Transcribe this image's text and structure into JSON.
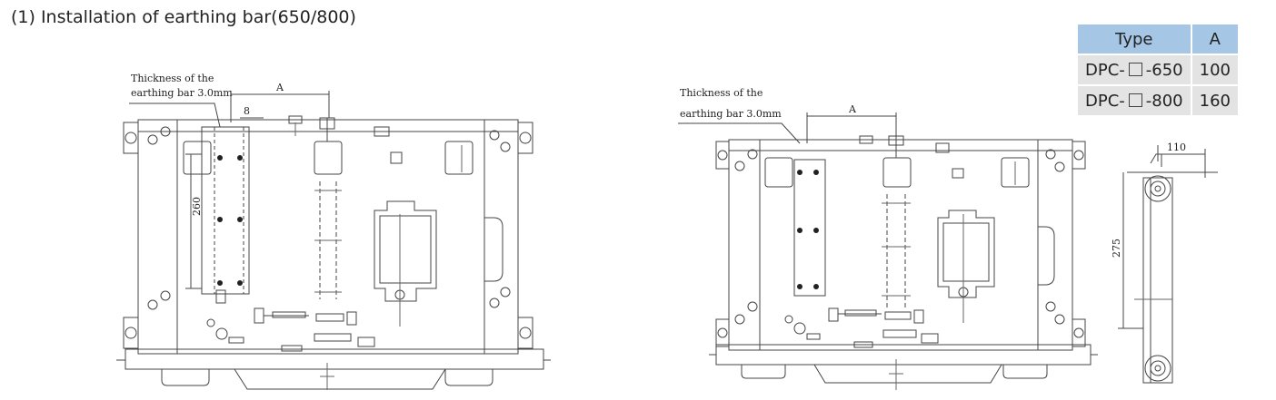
{
  "heading": "(1) Installation of earthing bar(650/800)",
  "table": {
    "headers": [
      "Type",
      "A"
    ],
    "rows": [
      {
        "type_prefix": "DPC-",
        "type_suffix": "-650",
        "a": "100"
      },
      {
        "type_prefix": "DPC-",
        "type_suffix": "-800",
        "a": "160"
      }
    ]
  },
  "left_drawing": {
    "note_line1": "Thickness of the",
    "note_line2": "earthing bar 3.0mm",
    "dim_a": "A",
    "dim_8": "8",
    "dim_260": "260"
  },
  "right_drawing": {
    "note_line1": "Thickness of the",
    "note_line2": "earthing bar 3.0mm",
    "dim_a": "A"
  },
  "side_view": {
    "dim_110": "110",
    "dim_275": "275"
  }
}
